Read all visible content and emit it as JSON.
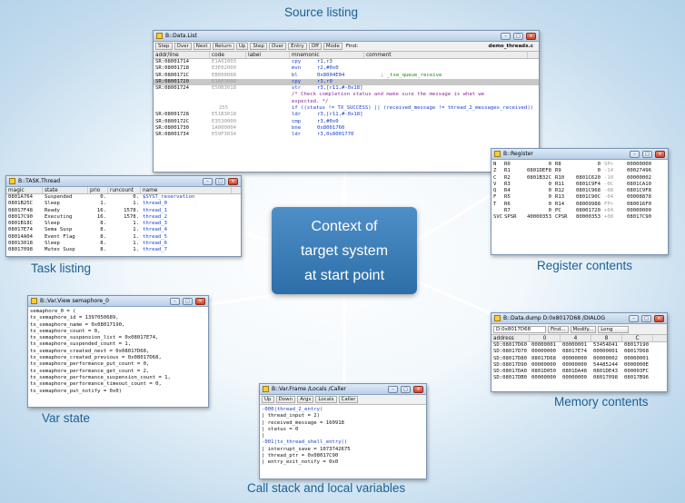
{
  "center": {
    "text": "Context of\ntarget system\nat start point"
  },
  "captions": {
    "source": "Source listing",
    "task": "Task listing",
    "register": "Register contents",
    "var": "Var state",
    "memory": "Memory contents",
    "callstack": "Call stack and local variables"
  },
  "colors": {
    "caption": "#1b5f95",
    "center_box": "#3a7cb8",
    "connector": "#ffffff"
  },
  "source_window": {
    "title": "B::Data.List",
    "toolbar": [
      "Step",
      "Over",
      "Next",
      "Return",
      "Up",
      "Step",
      "Over",
      "Entry",
      "Off",
      "Mode",
      "Find:"
    ],
    "find_value": "demo_threadx.c",
    "columns": [
      "addr/line",
      "code",
      "label",
      "mnemonic",
      "comment"
    ],
    "rows": [
      {
        "addr": "SR:08001714",
        "code": "E1A01003",
        "mnem": "cpy",
        "ops": "r1,r3",
        "comment": ""
      },
      {
        "addr": "SR:08001718",
        "code": "E3E02000",
        "mnem": "mvn",
        "ops": "r2,#0x0",
        "comment": ""
      },
      {
        "addr": "SR:0800171C",
        "code": "EB000088",
        "mnem": "bl",
        "ops": "0x8004E04",
        "comment": "; _txe_queue_receive"
      },
      {
        "addr": "SR:08001720",
        "code": "E1A03000",
        "mnem": "cpy",
        "ops": "r3,r0",
        "comment": ""
      },
      {
        "addr": "SR:08001724",
        "code": "E50B3018",
        "mnem": "str",
        "ops": "r3,[r11,#-0x18]",
        "comment": ""
      }
    ],
    "source_comment": [
      "/* Check completion status and make sure the message is what we",
      "   expected.  */"
    ],
    "line_no": "255",
    "source_line": "if ((status != TX_SUCCESS) || (received_message != thread_2_messages_received))",
    "rows2": [
      {
        "addr": "SR:08001728",
        "code": "E51B3018",
        "mnem": "ldr",
        "ops": "r3,[r11,#-0x18]"
      },
      {
        "addr": "SR:0800172C",
        "code": "E3530000",
        "mnem": "cmp",
        "ops": "r3,#0x0"
      },
      {
        "addr": "SR:08001730",
        "code": "1A000004",
        "mnem": "bne",
        "ops": "0x8001760"
      },
      {
        "addr": "SR:08001734",
        "code": "E59F3034",
        "mnem": "ldr",
        "ops": "r3,0x8001770"
      }
    ]
  },
  "task_window": {
    "title": "B::TASK.Thread",
    "columns": [
      "magic",
      "state",
      "prio",
      "runcount",
      "name"
    ],
    "rows": [
      [
        "0801A764",
        "Suspended",
        "0.",
        "0.",
        "$SYST_reservation"
      ],
      [
        "0801B25C",
        "Sleep",
        "1.",
        "1.",
        "thread_0"
      ],
      [
        "08017F48",
        "Ready",
        "16.",
        "1578.",
        "thread_1"
      ],
      [
        "08017C90",
        "Executing",
        "16.",
        "1578.",
        "thread_2"
      ],
      [
        "0801B18C",
        "Sleep",
        "8.",
        "1.",
        "thread_3"
      ],
      [
        "08017E74",
        "Sema Susp",
        "8.",
        "1.",
        "thread_4"
      ],
      [
        "08014A04",
        "Event Flag",
        "8.",
        "1.",
        "thread_5"
      ],
      [
        "08013018",
        "Sleep",
        "8.",
        "1.",
        "thread_6"
      ],
      [
        "08017098",
        "Mutex Susp",
        "8.",
        "1.",
        "thread_7"
      ]
    ]
  },
  "register_window": {
    "title": "B::Register",
    "rows": [
      [
        "N",
        "R0",
        "0",
        "R8",
        "0",
        "SP>",
        "00000000"
      ],
      [
        "Z",
        "R1",
        "0801DEF8",
        "R9",
        "0",
        "-14",
        "00027496"
      ],
      [
        "C",
        "R2",
        "0801B32C",
        "R10",
        "0801C620",
        "-10",
        "00000002"
      ],
      [
        "V",
        "R3",
        "0",
        "R11",
        "0801C9F4",
        "-0C",
        "0801CA10"
      ],
      [
        "Q",
        "R4",
        "0",
        "R12",
        "0801C968",
        "-08",
        "0801C9F8"
      ],
      [
        "F",
        "R5",
        "0",
        "R13",
        "0801C90C",
        "-04",
        "00008878"
      ],
      [
        "T",
        "R6",
        "0",
        "R14",
        "08009988",
        "FP>",
        "080016F0"
      ],
      [
        "",
        "R7",
        "0",
        "PC",
        "08001720",
        "+04",
        "00000000"
      ],
      [
        "SVC",
        "SPSR",
        "40000353",
        "CPSR",
        "80000353",
        "+08",
        "08017C90"
      ]
    ]
  },
  "var_window": {
    "title": "B::Var.View semaphore_0",
    "lines": [
      "semaphore_0 = (",
      "  tx_semaphore_id = 1397050689,",
      "  tx_semaphore_name = 0x08017190,",
      "  tx_semaphore_count = 0,",
      "  tx_semaphore_suspension_list = 0x08017E74,",
      "  tx_semaphore_suspended_count = 1,",
      "  tx_semaphore_created_next = 0x08017D68,",
      "  tx_semaphore_created_previous = 0x08017D68,",
      "  tx_semaphore_performance_put_count = 0,",
      "  tx_semaphore_performance_get_count = 2,",
      "  tx_semaphore_performance_suspension_count = 1,",
      "  tx_semaphore_performance_timeout_count = 0,",
      "  tx_semaphore_put_notify = 0x0)"
    ]
  },
  "memory_window": {
    "title": "B::Data.dump D:0x8017D68 /DIALOG",
    "address_value": "D:0x8017D68",
    "find_label": "Find...",
    "modify_label": "Modify...",
    "format_value": "Long",
    "columns": [
      "address",
      "0",
      "4",
      "8",
      "C"
    ],
    "rows": [
      [
        "SD:08017D60",
        "00000001",
        "00000001",
        "53454D41",
        "08017190"
      ],
      [
        "SD:08017D70",
        "00000000",
        "08017E74",
        "00000001",
        "08017D68"
      ],
      [
        "SD:08017D80",
        "08017D68",
        "00000000",
        "00000002",
        "00000001"
      ],
      [
        "SD:08017D90",
        "00000000",
        "00000000",
        "54485244",
        "0000000E"
      ],
      [
        "SD:08017DA0",
        "0801D050",
        "0801DA48",
        "0801DE43",
        "000003FC"
      ],
      [
        "SD:08017DB0",
        "00000000",
        "00000000",
        "08017098",
        "08017B96"
      ]
    ]
  },
  "callstack_window": {
    "title": "B::Var.Frame /Locals /Caller",
    "toolbar": [
      "Up",
      "Down",
      "Args",
      "Locals",
      "Caller"
    ],
    "lines": [
      "-000|thread_2_entry(",
      "    |  thread_input = 2)",
      "    |  received_message = 160918",
      "    |  status = 0",
      "    |",
      "-001|tx_thread_shell_entry()",
      "    |  interrupt_save = 1073742675",
      "    |  thread_ptr = 0x08017C90",
      "    |  entry_exit_notify = 0x0"
    ]
  }
}
